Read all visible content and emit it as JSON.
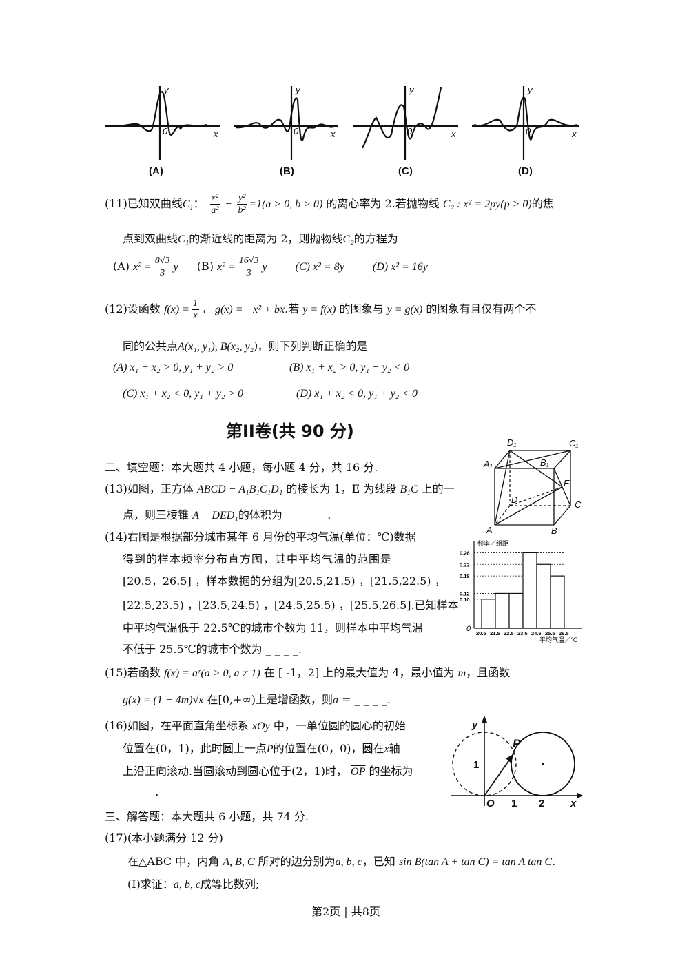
{
  "graph_labels": [
    "(A)",
    "(B)",
    "(C)",
    "(D)"
  ],
  "axis_labels": {
    "x": "x",
    "y": "y",
    "o": "0"
  },
  "q11": {
    "line1_a": "(11)已知双曲线",
    "c1": "C",
    "sub1": "1",
    "colon": "：",
    "frac1_n": "x²",
    "frac1_d": "a²",
    "minus": " − ",
    "frac2_n": "y²",
    "frac2_d": "b²",
    "cond": "=1(a > 0, b > 0)",
    "line1_b": "的离心率为 2.若抛物线",
    "c2eq": "C₂ : x² = 2py(p > 0)",
    "line1_c": "的焦",
    "line2_a": "点到双曲线",
    "c1b": "C₁",
    "line2_b": "的渐近线的距离为 2，则抛物线",
    "c2": "C₂",
    "line2_c": "的方程为",
    "optA_l": "(A)",
    "optA_m": "x² =",
    "optA_n": "8√3",
    "optA_d": "3",
    "optA_v": "y",
    "optB_l": "(B)",
    "optB_m": "x² =",
    "optB_n": "16√3",
    "optB_d": "3",
    "optB_v": "y",
    "optC": "(C) x² = 8y",
    "optD": "(D) x² = 16y"
  },
  "q12": {
    "l1_a": "(12)设函数",
    "f": "f(x) =",
    "fn": "1",
    "fd": "x",
    "g": "，  g(x) = −x² + bx",
    "l1_b": ".若",
    "yf": "y = f(x)",
    "l1_c": "的图象与",
    "yg": "y = g(x)",
    "l1_d": "的图象有且仅有两个不",
    "l2_a": "同的公共点",
    "pts": "A(x₁, y₁), B(x₂, y₂)",
    "l2_b": "，则下列判断正确的是",
    "optA": "(A) x₁ + x₂ > 0, y₁ + y₂ > 0",
    "optB": "(B) x₁ + x₂ > 0, y₁ + y₂ < 0",
    "optC": "(C) x₁ + x₂ < 0, y₁ + y₂ > 0",
    "optD": "(D) x₁ + x₂ < 0, y₁ + y₂ < 0"
  },
  "section2_title": "第II卷(共 90 分)",
  "fill_header": "二、填空题：本大题共 4 小题，每小题 4 分，共 16 分.",
  "q13": {
    "l1_a": "(13)如图，正方体",
    "cube": "ABCD − A₁B₁C₁D₁",
    "l1_b": "的棱长为 1，E 为线段",
    "b1c": "B₁C",
    "l1_c": "上的一",
    "l2_a": "点，则三棱锥",
    "pyr": "A − DED₁",
    "l2_b": "的体积为 _ _ _ _ _."
  },
  "cube_labels": {
    "d1": "D₁",
    "c1": "C₁",
    "a1": "A₁",
    "b1": "B₁",
    "d": "D",
    "e": "E",
    "c": "C",
    "a": "A",
    "b": "B"
  },
  "q14": {
    "l1": "(14)右图是根据部分城市某年 6 月份的平均气温(单位：℃)数据",
    "l2": "得到的样本频率分布直方图，其中平均气温的范围是",
    "l3": "[20.5，26.5] ，样本数据的分组为[20.5,21.5) ，[21.5,22.5) ，",
    "l4": "[22.5,23.5) ，[23.5,24.5) ，[24.5,25.5) ，[25.5,26.5].已知样本",
    "l5": "中平均气温低于 22.5℃的城市个数为 11，则样本中平均气温",
    "l6": "不低于 25.5℃的城市个数为 _ _ _ _."
  },
  "chart_data": {
    "type": "bar",
    "ylabel": "频率／组距",
    "xlabel": "平均气温／℃",
    "origin": "0",
    "x_ticks": [
      "20.5",
      "21.5",
      "22.5",
      "23.5",
      "24.5",
      "25.5",
      "26.5"
    ],
    "y_ticks": [
      "0.26",
      "0.22",
      "0.18",
      "0.12",
      "0.10"
    ],
    "y_tick_values": [
      0.26,
      0.22,
      0.18,
      0.12,
      0.1
    ],
    "categories": [
      "[20.5,21.5)",
      "[21.5,22.5)",
      "[22.5,23.5)",
      "[23.5,24.5)",
      "[24.5,25.5)",
      "[25.5,26.5]"
    ],
    "values": [
      0.1,
      0.12,
      0.12,
      0.26,
      0.22,
      0.18
    ],
    "ylim": [
      0,
      0.28
    ],
    "grid": false
  },
  "q15": {
    "l1_a": "(15)若函数",
    "f": "f(x) = aˣ(a > 0, a ≠ 1)",
    "l1_b": "在 [ -1，2] 上的最大值为 4，最小值为",
    "m": "m",
    "l1_c": "，且函数",
    "g": "g(x) = (1 − 4m)√x",
    "l2_a": "在[0,+∞)上是增函数，则",
    "a": "a",
    "l2_b": " = _ _ _ _."
  },
  "q16": {
    "l1_a": "(16)如图，在平面直角坐标系",
    "xoy": "xOy",
    "l1_b": "中，一单位圆的圆心的初始",
    "l2_a": "位置在(0，1)，此时圆上一点",
    "p": "P",
    "l2_b": "的位置在(0，0)，圆在",
    "x": "x",
    "l2_c": "轴",
    "l3_a": "上沿正向滚动.当圆滚动到圆心位于(2，1)时，",
    "op": "OP",
    "l3_b": "的坐标为",
    "l4": "_ _ _ _."
  },
  "circle_labels": {
    "y": "y",
    "p": "P",
    "one": "1",
    "o": "O",
    "x1": "1",
    "x2": "2",
    "x": "x"
  },
  "answer_header": "三、解答题：本大题共 6 小题，共 74 分.",
  "q17": {
    "head": "(17)(本小题满分 12 分)",
    "l1_a": "在△ABC 中，内角",
    "abc": "A, B, C",
    "l1_b": "所对的边分别为",
    "sides": "a, b, c",
    "l1_c": "，已知",
    "eq": "sin B(tan A + tan C) = tan A tan C",
    "l1_d": ".",
    "l2_a": "(I)求证：",
    "l2_m": "a, b, c",
    "l2_b": "成等比数列;"
  },
  "footer": "第2页 | 共8页"
}
